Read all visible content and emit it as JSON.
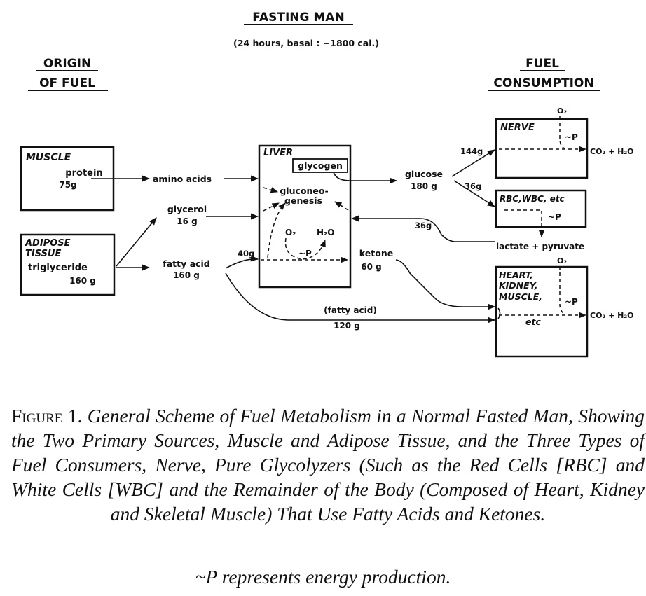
{
  "title": "FASTING MAN",
  "subtitle": "(24 hours, basal  :  −1800 cal.)",
  "origin_heading": [
    "ORIGIN",
    "OF FUEL"
  ],
  "consumption_heading": [
    "FUEL",
    "CONSUMPTION"
  ],
  "boxes": {
    "muscle": {
      "title": "MUSCLE",
      "lines": [
        "protein",
        "75g"
      ]
    },
    "adipose": {
      "title": [
        "ADIPOSE",
        "TISSUE"
      ],
      "lines": [
        "triglyceride",
        "160 g"
      ]
    },
    "liver": {
      "title": "LIVER",
      "glycogen": "glycogen",
      "gluconeo": [
        "gluconeo-",
        "genesis"
      ],
      "o2": "O₂",
      "h2o": "H₂O",
      "p": "~P"
    },
    "nerve": {
      "title": "NERVE",
      "o2": "O₂",
      "p": "~P"
    },
    "rbc": {
      "title": "RBC,WBC, etc",
      "p": "~P"
    },
    "heart": {
      "title": [
        "HEART,",
        "KIDNEY,",
        "MUSCLE,"
      ],
      "etc": "etc",
      "o2": "O₂",
      "p": "~P"
    }
  },
  "labels": {
    "amino_acids": "amino acids",
    "glycerol": [
      "glycerol",
      "16 g"
    ],
    "fatty_acid": [
      "fatty  acid",
      "160 g"
    ],
    "glucose": [
      "glucose",
      "180 g"
    ],
    "ketone": [
      "ketone",
      "60 g"
    ],
    "lactate_pyruvate": "lactate + pyruvate",
    "fatty_acid_flow": [
      "(fatty  acid)",
      "120 g"
    ],
    "g144": "144g",
    "g36_rbc": "36g",
    "g36_return": "36g",
    "g40": "40g",
    "co2_h2o_nerve": "CO₂ + H₂O",
    "co2_h2o_heart": "CO₂ + H₂O"
  },
  "caption": {
    "label": "Figure 1.",
    "text": "General Scheme of Fuel Metabolism in a Normal Fasted Man, Showing the Two Primary Sources, Muscle and Adipose Tissue, and the Three Types of Fuel Consumers, Nerve, Pure Glycolyzers (Such as the Red Cells [RBC] and White Cells [WBC] and the Remainder of the Body (Composed of Heart, Kidney and Skeletal Muscle) That Use Fatty Acids and Ketones."
  },
  "footnote": "~P  represents energy production."
}
